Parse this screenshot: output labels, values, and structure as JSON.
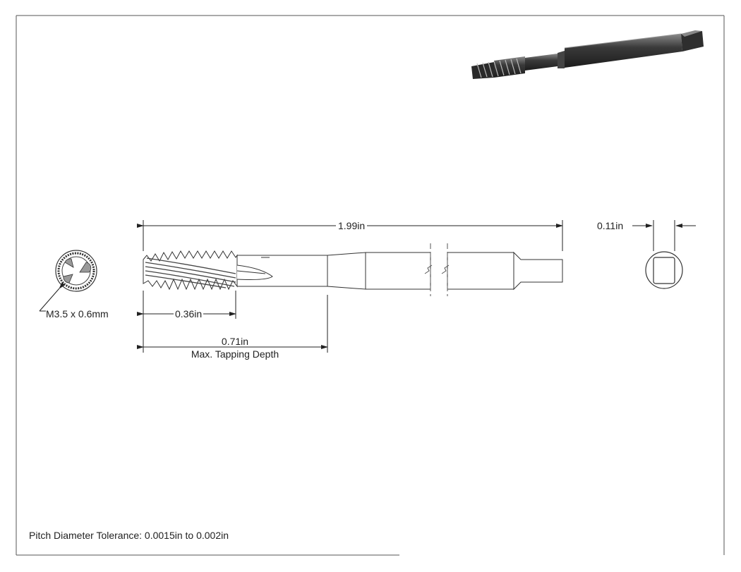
{
  "drawing": {
    "dimensions": {
      "overall_length": "1.99in",
      "square_size": "0.11in",
      "thread_length": "0.36in",
      "tapping_depth_value": "0.71in",
      "tapping_depth_caption": "Max. Tapping Depth",
      "thread_size": "M3.5 x 0.6mm"
    },
    "footer_note": "Pitch Diameter Tolerance: 0.0015in to 0.002in"
  }
}
